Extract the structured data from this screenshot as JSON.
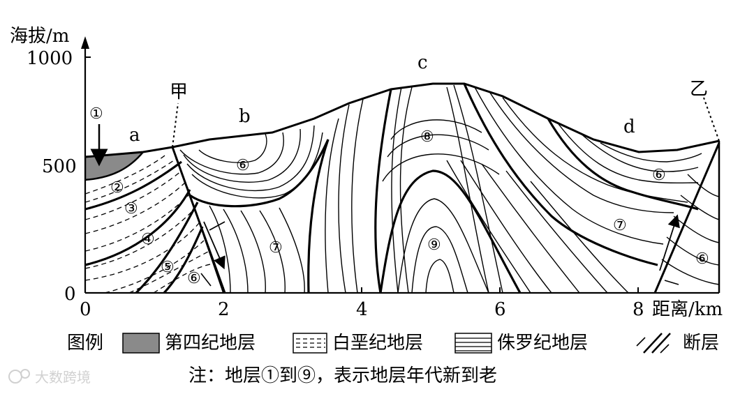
{
  "axes": {
    "ylabel": "海拔/m",
    "xlabel": "距离/km",
    "yticks": [
      "1000",
      "500",
      "0"
    ],
    "xticks": [
      "0",
      "2",
      "4",
      "6",
      "8"
    ]
  },
  "points": {
    "jia": "甲",
    "yi": "乙",
    "a": "a",
    "b": "b",
    "c": "c",
    "d": "d"
  },
  "strata": {
    "s1": "①",
    "s2": "②",
    "s3": "③",
    "s4": "④",
    "s5": "⑤",
    "s6a": "⑥",
    "s6b": "⑥",
    "s6c": "⑥",
    "s6d": "⑥",
    "s7a": "⑦",
    "s7b": "⑦",
    "s8": "⑧",
    "s9": "⑨"
  },
  "legend": {
    "title": "图例",
    "quaternary": "第四纪地层",
    "cretaceous": "白垩纪地层",
    "jurassic": "侏罗纪地层",
    "fault": "断层"
  },
  "note": "注：地层①到⑨，表示地层年代新到老",
  "watermark": "大数跨境",
  "colors": {
    "quaternary_fill": "#8a8a8a",
    "line": "#000000"
  }
}
